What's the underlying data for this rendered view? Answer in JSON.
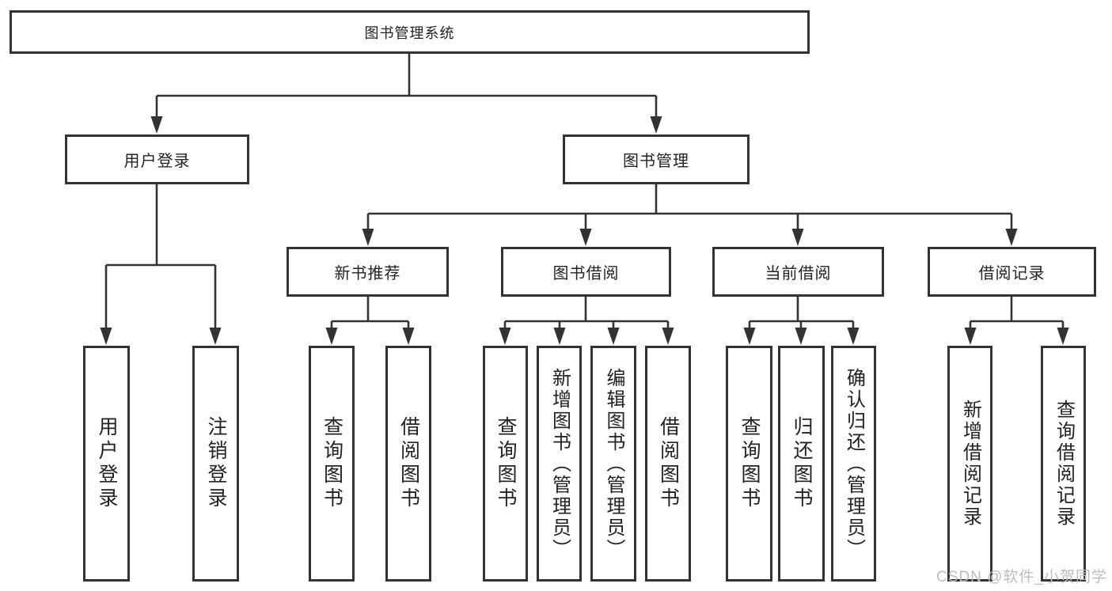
{
  "diagram_title": "图书管理系统",
  "colors": {
    "background": "#ffffff",
    "line": "#333333",
    "box_border": "#333333",
    "text": "#222222",
    "watermark": "#bdbdbd"
  },
  "tree": {
    "label": "图书管理系统",
    "children": [
      {
        "label": "用户登录",
        "children": [
          {
            "label": "用户登录"
          },
          {
            "label": "注销登录"
          }
        ]
      },
      {
        "label": "图书管理",
        "children": [
          {
            "label": "新书推荐",
            "children": [
              {
                "label": "查询图书"
              },
              {
                "label": "借阅图书"
              }
            ]
          },
          {
            "label": "图书借阅",
            "children": [
              {
                "label": "查询图书"
              },
              {
                "label": "新增图书（管理员）"
              },
              {
                "label": "编辑图书（管理员）"
              },
              {
                "label": "借阅图书"
              }
            ]
          },
          {
            "label": "当前借阅",
            "children": [
              {
                "label": "查询图书"
              },
              {
                "label": "归还图书"
              },
              {
                "label": "确认归还（管理员）"
              }
            ]
          },
          {
            "label": "借阅记录",
            "children": [
              {
                "label": "新增借阅记录"
              },
              {
                "label": "查询借阅记录"
              }
            ]
          }
        ]
      }
    ]
  },
  "watermark": {
    "text": "CSDN @软件_小贺同学"
  }
}
